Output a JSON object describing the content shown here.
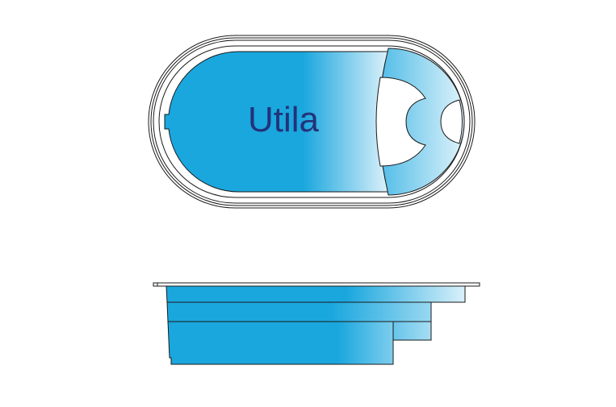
{
  "diagram": {
    "pool_name": "Utila",
    "views": [
      {
        "name": "top-view",
        "description": "Plan view of oval pool with steps at right end"
      },
      {
        "name": "side-view",
        "description": "Elevation profile showing stepped depth"
      }
    ],
    "colors": {
      "water": "#1AA7DE",
      "water_light": "#DCF1FA",
      "label": "#23327A",
      "outline": "#1A1A1A",
      "background": "#FFFFFF"
    }
  }
}
